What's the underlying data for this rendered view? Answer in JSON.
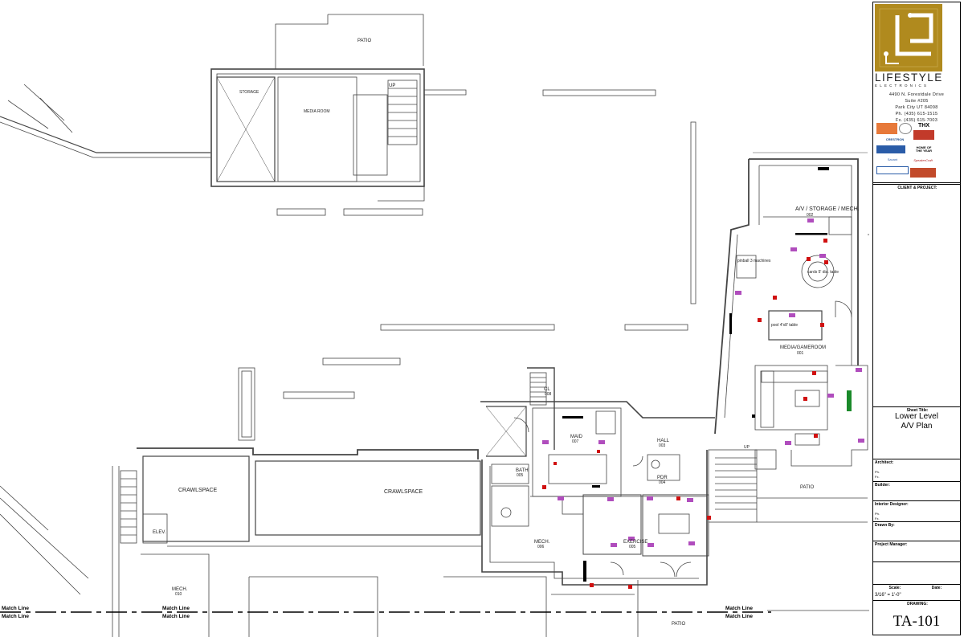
{
  "plan": {
    "rooms": {
      "patio_top": "PATIO",
      "storage_top": "STORAGE",
      "media_room_top": "MEDIA ROOM",
      "stair_up": "UP",
      "av_storage": "A/V / STORAGE / MECH.",
      "av_storage_num": "002",
      "pool_table": "pool 4'x8' table",
      "media_gameroom": "MEDIA/GAMEROOM",
      "media_gameroom_num": "001",
      "hall": "HALL",
      "hall_num": "003",
      "maid": "MAID",
      "maid_num": "007",
      "cl": "CL",
      "cl_num": "008",
      "bath": "BATH",
      "bath_num": "005",
      "mech_lower": "MECH.",
      "mech_lower_num": "006",
      "exercise": "EXERCISE",
      "exercise_num": "005",
      "pdr": "PDR",
      "pdr_num": "004",
      "patio_right": "PATIO",
      "patio_bottom": "PATIO",
      "crawlspace_left": "CRAWLSPACE",
      "crawlspace_mid": "CRAWLSPACE",
      "elev": "ELEV.",
      "mech_left": "MECH.",
      "mech_left_num": "010",
      "pinball": "pinball 3 machines",
      "cards": "cards 5' dia. table",
      "up_mid": "UP"
    },
    "match_lines": {
      "left_top": "Match Line",
      "left_bottom": "Match Line",
      "mid_top": "Match Line",
      "mid_bottom": "Match Line",
      "right_top": "Match Line",
      "right_bottom": "Match Line"
    }
  },
  "titleblock": {
    "logo_name": "LIFESTYLE",
    "logo_sub": "ELECTRONICS",
    "address": [
      "4490 N. Forestdale Drive",
      "Suite #205",
      "Park City UT 84098",
      "Ph. (435) 615-1515",
      "Fx. (435) 615-7003"
    ],
    "badges": {
      "thx": "THX",
      "crestron": "CRESTRON",
      "home_of_year": "HOME OF THE YEAR",
      "savant": "Savant",
      "speakercraft": "SpeakerCraft"
    },
    "client_project": "CLIENT & PROJECT:",
    "sheet_title_label": "Sheet Title:",
    "sheet_title": [
      "Lower Level",
      "A/V Plan"
    ],
    "architect": "Architect:",
    "ph": "Ph.",
    "fx": "Fx.",
    "builder": "Builder:",
    "interior_designer": "Interior Designer:",
    "drawn_by": "Drawn By:",
    "project_manager": "Project Manager:",
    "scale_label": "Scale:",
    "date_label": "Date:",
    "scale_value": "3/16\" = 1'-0\"",
    "drawing_label": "DRAWING:",
    "drawing_number": "TA-101"
  },
  "colors": {
    "logo_gold": "#b08a1e",
    "device_magenta": "#b04dbd",
    "device_red": "#d01010"
  }
}
